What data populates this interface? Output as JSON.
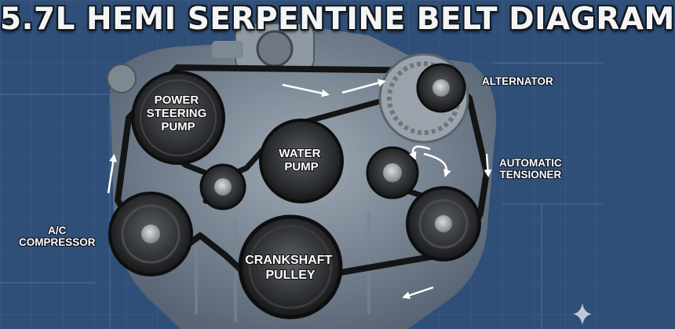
{
  "title": "5.7L HEMI SERPENTINE BELT DIAGRAM",
  "components": {
    "power_steering_pump": [
      "POWER",
      "STEERING",
      "PUMP"
    ],
    "water_pump": [
      "WATER",
      "PUMP"
    ],
    "crankshaft_pulley": [
      "CRANKSHAFT",
      "PULLEY"
    ],
    "alternator": "ALTERNATOR",
    "automatic_tensioner": [
      "AUTOMATIC",
      "TENSIONER"
    ],
    "ac_compressor": [
      "A/C",
      "COMPRESSOR"
    ]
  },
  "colors": {
    "background": "#2f4f78",
    "belt": "#141414",
    "label": "#ffffff",
    "arrow": "#ffffff"
  },
  "icons": {
    "corner": "sparkle-icon"
  }
}
